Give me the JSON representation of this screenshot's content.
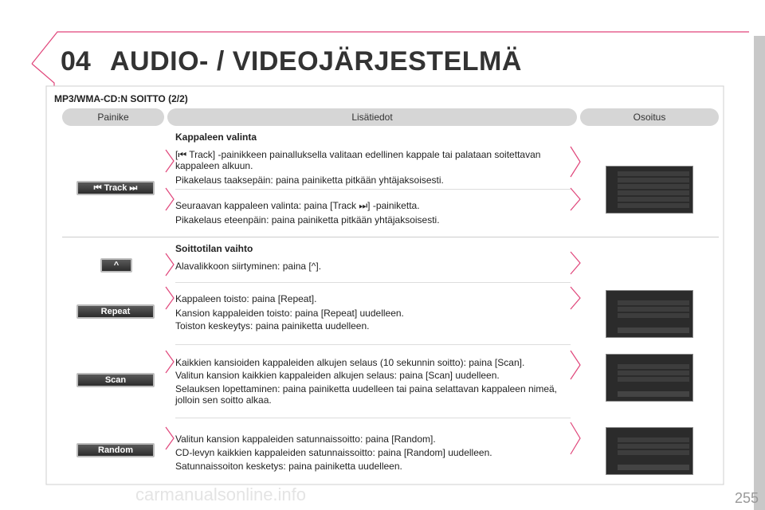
{
  "header": {
    "chapter_number": "04",
    "chapter_title": "AUDIO- / VIDEOJÄRJESTELMÄ"
  },
  "section_title": "MP3/WMA-CD:N SOITTO (2/2)",
  "columns": {
    "button": "Painike",
    "info": "Lisätiedot",
    "display": "Osoitus"
  },
  "track": {
    "heading": "Kappaleen valinta",
    "button_label": "Track",
    "p1": "[⏮ Track] -painikkeen painalluksella valitaan edellinen kappale tai palataan soitettavan kappaleen alkuun.",
    "p2": "Pikakelaus taaksepäin: paina painiketta pitkään yhtäjaksoisesti.",
    "p3": "Seuraavan kappaleen valinta: paina [Track ⏭] -painiketta.",
    "p4": "Pikakelaus eteenpäin: paina painiketta pitkään yhtäjaksoisesti."
  },
  "mode": {
    "heading": "Soittotilan vaihto",
    "up_label": "^",
    "up_text": "Alavalikkoon siirtyminen: paina [^]."
  },
  "repeat": {
    "button_label": "Repeat",
    "l1": "Kappaleen toisto: paina [Repeat].",
    "l2": "Kansion kappaleiden toisto: paina [Repeat] uudelleen.",
    "l3": "Toiston keskeytys: paina painiketta uudelleen."
  },
  "scan": {
    "button_label": "Scan",
    "l1": "Kaikkien kansioiden kappaleiden alkujen selaus (10 sekunnin soitto): paina [Scan].",
    "l2": "Valitun kansion kaikkien kappaleiden alkujen selaus: paina [Scan] uudelleen.",
    "l3": "Selauksen lopettaminen: paina painiketta uudelleen tai paina selattavan kappaleen nimeä, jolloin sen soitto alkaa."
  },
  "random": {
    "button_label": "Random",
    "l1": "Valitun kansion kappaleiden satunnaissoitto: paina [Random].",
    "l2": "CD-levyn kaikkien kappaleiden satunnaissoitto: paina [Random] uudelleen.",
    "l3": "Satunnaissoiton kesketys: paina painiketta uudelleen."
  },
  "page_number": "255",
  "watermark": "carmanualsonline.info",
  "colors": {
    "accent": "#e0457a",
    "pill": "#d6d6d6"
  }
}
